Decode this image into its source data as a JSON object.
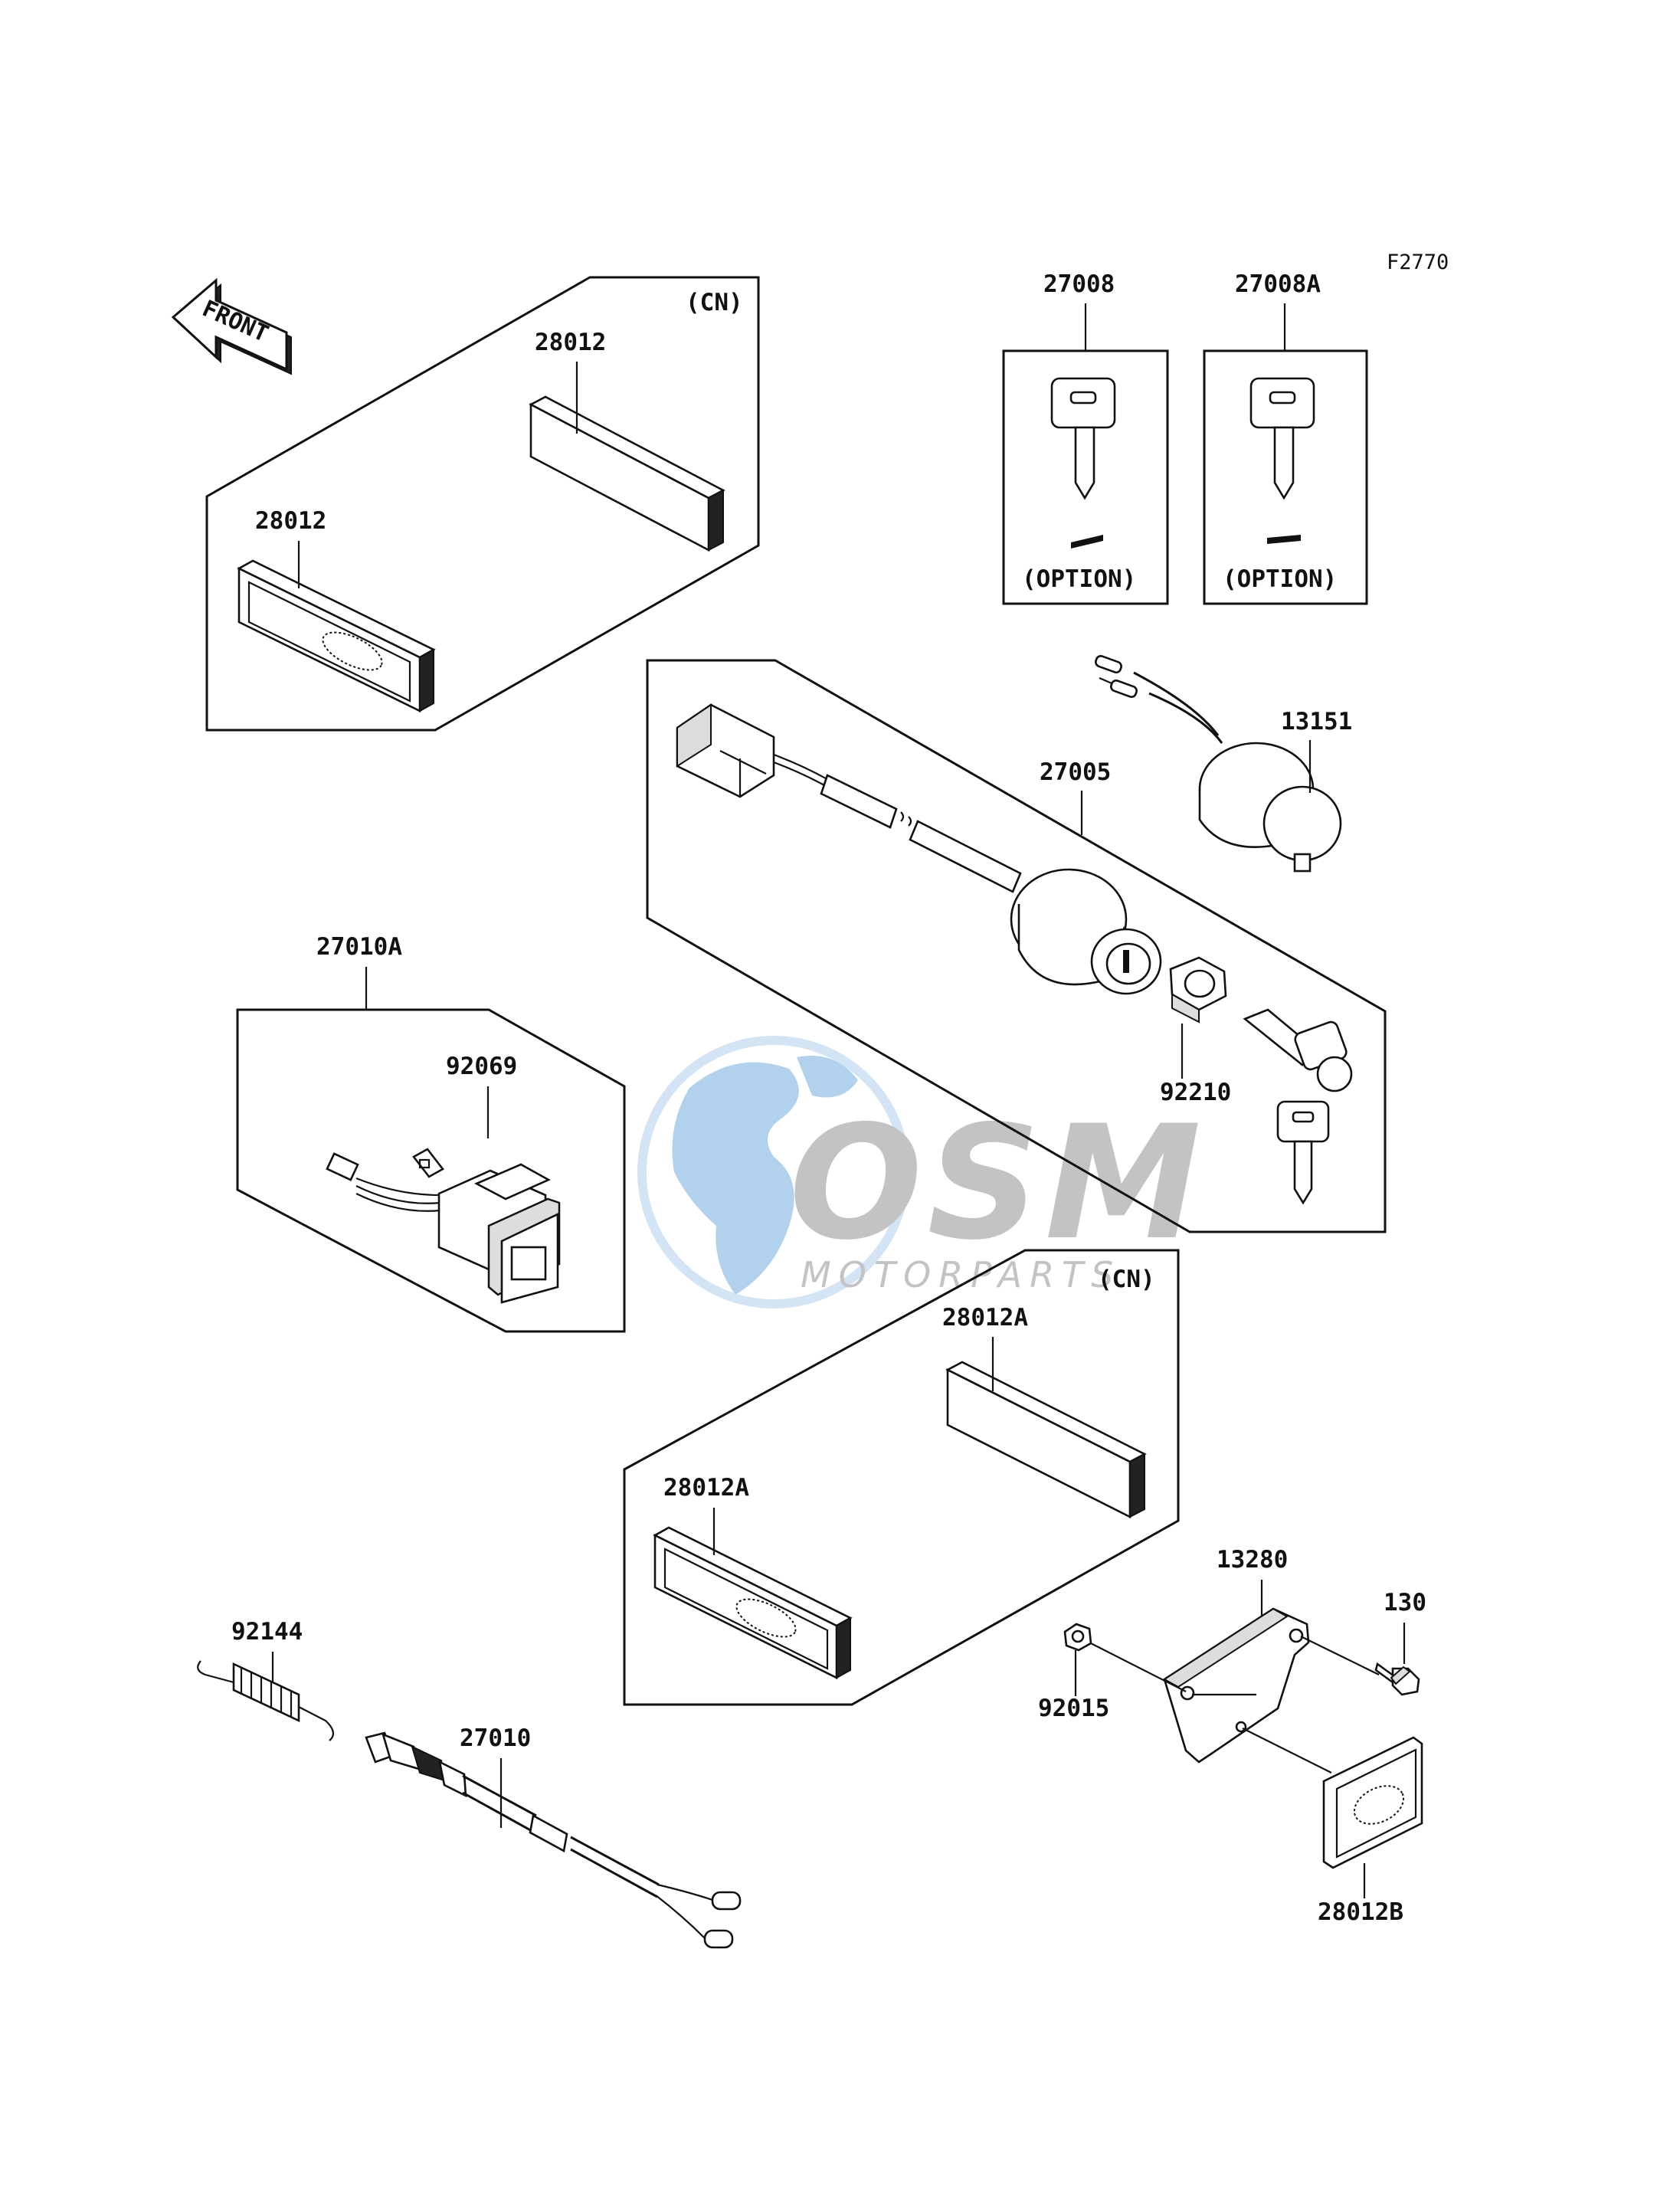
{
  "figure_code": "F2770",
  "front_label": "FRONT",
  "watermark": {
    "brand": "OSM",
    "sub": "MOTORPARTS",
    "globe_color": "#a9cdea",
    "text_color": "#b9b9b9"
  },
  "labels": {
    "cn_top": "(CN)",
    "cn_mid": "(CN)",
    "p28012_a": "28012",
    "p28012_b": "28012",
    "p27008": "27008",
    "p27008A": "27008A",
    "option_1": "(OPTION)",
    "option_2": "(OPTION)",
    "p13151": "13151",
    "p27005": "27005",
    "p92210": "92210",
    "p27010A": "27010A",
    "p92069": "92069",
    "p28012A_a": "28012A",
    "p28012A_b": "28012A",
    "p13280": "13280",
    "p130": "130",
    "p92015": "92015",
    "p28012B": "28012B",
    "p92144": "92144",
    "p27010": "27010"
  }
}
